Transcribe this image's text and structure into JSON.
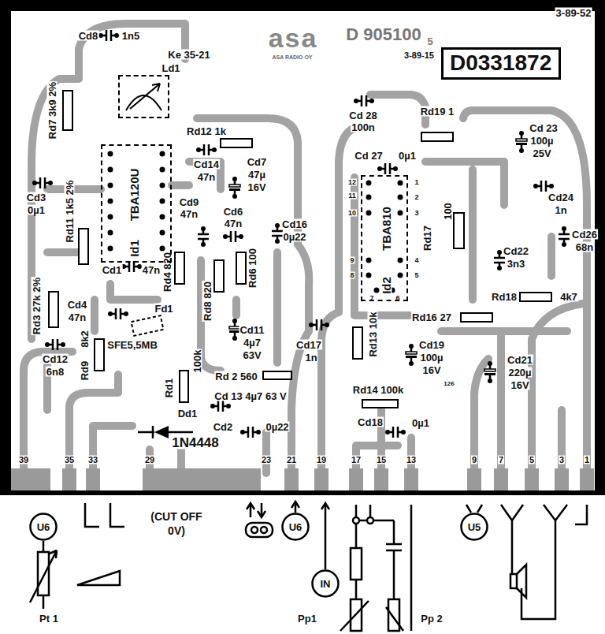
{
  "diagram": {
    "nodes": [
      {
        "text": [
          "D0331872"
        ]
      },
      {
        "text": [
          "Id1",
          "TBA120U"
        ]
      },
      {
        "text": [
          "Id2",
          "TBA810"
        ]
      },
      {
        "text": [
          "Ke 35-21",
          "Ld1"
        ]
      },
      {
        "text": [
          "U6"
        ]
      },
      {
        "text": [
          "U6"
        ]
      },
      {
        "text": [
          "IN"
        ]
      },
      {
        "text": [
          "U5"
        ]
      }
    ],
    "labels": [
      "3-89-52",
      "asa",
      "ASA RADIO OY",
      "D 905100",
      "5",
      "3-89-15",
      "Cd8",
      "1n5",
      "Rd7 3k9 2%",
      "Cd 28",
      "100n",
      "Rd19 1",
      "Cd 23",
      "100µ",
      "25V",
      "Rd12 1k",
      "Cd14",
      "47n",
      "Cd7",
      "47µ",
      "16V",
      "Cd3",
      "0µ1",
      "Rd11 1k5 2%",
      "Cd9",
      "47n",
      "Cd6",
      "47n",
      "Cd16",
      "0µ22",
      "Cd 27",
      "0µ1",
      "Rd17",
      "100",
      "Cd24",
      "1n",
      "Cd26",
      "68n",
      "Cd22",
      "3n3",
      "Cd1",
      "47n",
      "Rd4 820",
      "Rd8 820",
      "Rd6 100",
      "Rd3 27k 2%",
      "Cd4",
      "47n",
      "Fd1",
      "SFE5,5MB",
      "Cd11",
      "4µ7",
      "63V",
      "Rd16 27",
      "Rd18",
      "4k7",
      "Cd17",
      "1n",
      "Rd13 10k",
      "Cd19",
      "100µ",
      "16V",
      "Cd21",
      "220µ",
      "16V",
      "Cd12",
      "6n8",
      "8k2",
      "Rd9",
      "Rd1",
      "100k",
      "Rd 2 560",
      "Cd 13 4µ7 63 V",
      "Dd1",
      "1N4448",
      "Cd2",
      "0µ22",
      "Rd14 100k",
      "126",
      "Cd18",
      "0µ1",
      "39",
      "35",
      "33",
      "29",
      "23",
      "21",
      "19",
      "17",
      "15",
      "13",
      "9",
      "7",
      "5",
      "3",
      "1",
      "12",
      "1",
      "11",
      "2",
      "10",
      "3",
      "9",
      "4",
      "8",
      "5",
      "7",
      "6",
      "(CUT OFF 0V)",
      "Pt 1",
      "Pp1",
      "Pp 2"
    ]
  }
}
